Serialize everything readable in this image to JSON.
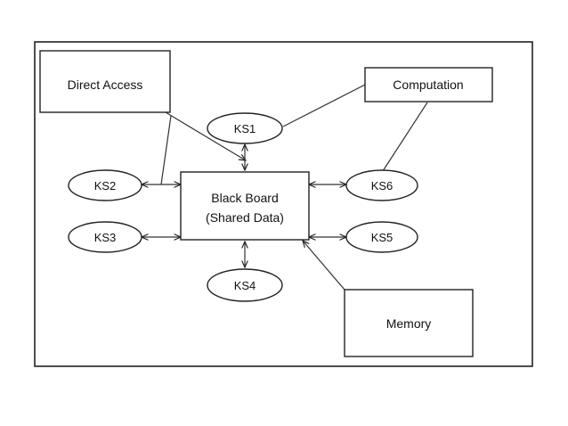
{
  "diagram": {
    "center": {
      "line1": "Black Board",
      "line2": "(Shared Data)"
    },
    "boxes": {
      "direct_access": "Direct Access",
      "computation": "Computation",
      "memory": "Memory"
    },
    "knowledge_sources": {
      "ks1": "KS1",
      "ks2": "KS2",
      "ks3": "KS3",
      "ks4": "KS4",
      "ks5": "KS5",
      "ks6": "KS6"
    },
    "colors": {
      "stroke": "#222222",
      "fill": "#ffffff",
      "text": "#111111"
    }
  }
}
